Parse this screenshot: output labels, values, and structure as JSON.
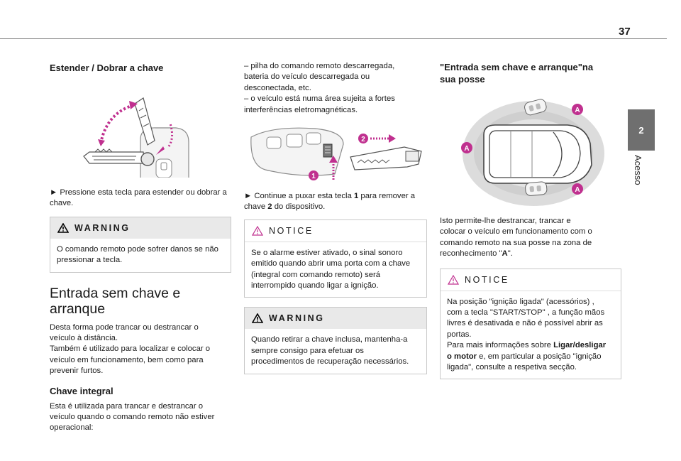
{
  "page": {
    "number": "37"
  },
  "sidebar": {
    "chapter_number": "2",
    "chapter_label": "Acesso"
  },
  "col1": {
    "heading1": "Estender / Dobrar a chave",
    "instruction": "► Pressione esta tecla para estender ou dobrar a chave.",
    "warning": {
      "label": "WARNING",
      "text": "O comando remoto pode sofrer danos se não pressionar a tecla."
    },
    "section_title_line1": "Entrada sem chave e",
    "section_title_line2": "arranque",
    "para1_l1": "Desta forma pode trancar ou destrancar o",
    "para1_l2": "veículo à distância.",
    "para1_l3": "Também é utilizado para localizar e colocar o",
    "para1_l4": "veículo em funcionamento, bem como para",
    "para1_l5": "prevenir furtos.",
    "subheading": "Chave integral",
    "para2_l1": "Esta é utilizada para trancar e destrancar o",
    "para2_l2": "veículo quando o comando remoto não estiver",
    "para2_l3": "operacional:"
  },
  "col2": {
    "list_l1": "– pilha do comando remoto descarregada,",
    "list_l2": "bateria do veículo descarregada ou",
    "list_l3": "desconectada, etc.",
    "list_l4": "– o veículo está numa área sujeita a fortes",
    "list_l5": "interferências eletromagnéticas.",
    "callout_1": "1",
    "callout_2": "2",
    "instr_pre": "► Continue a puxar esta tecla ",
    "instr_b1": "1",
    "instr_mid": " para remover a",
    "instr_l2_pre": "chave ",
    "instr_b2": "2",
    "instr_l2_post": " do dispositivo.",
    "notice": {
      "label": "NOTICE",
      "l1": "Se o alarme estiver ativado, o sinal sonoro",
      "l2": "emitido quando abrir uma porta com a chave",
      "l3": "(integral com comando remoto) será",
      "l4": "interrompido quando ligar a ignição."
    },
    "warning": {
      "label": "WARNING",
      "l1": "Quando retirar a chave inclusa, mantenha-a",
      "l2": "sempre consigo para efetuar os",
      "l3": "procedimentos de recuperação necessários."
    }
  },
  "col3": {
    "heading_l1": "\"Entrada sem chave e arranque\"na",
    "heading_l2": "sua posse",
    "zone_label": "A",
    "para_l1": "Isto permite-lhe destrancar, trancar e",
    "para_l2": "colocar o veículo em funcionamento com o",
    "para_l3": "comando remoto na sua posse na zona de",
    "para_l4_pre": "reconhecimento \"",
    "para_l4_b": "A",
    "para_l4_post": "\".",
    "notice": {
      "label": "NOTICE",
      "l1": "Na posição \"ignição ligada\" (acessórios) ,",
      "l2": "com a tecla \"START/STOP\" , a função mãos",
      "l3": "livres é desativada e não é possível abrir as",
      "l4": "portas.",
      "l5_pre": "Para mais informações sobre ",
      "l5_b": "Ligar/desligar",
      "l6_b": "o motor",
      "l6_post": " e, em particular a posição \"ignição",
      "l7": "ligada\", consulte a respetiva secção."
    }
  },
  "colors": {
    "accent": "#c0308f",
    "tab": "#6f6f6f",
    "box_header": "#e9e9e9"
  }
}
